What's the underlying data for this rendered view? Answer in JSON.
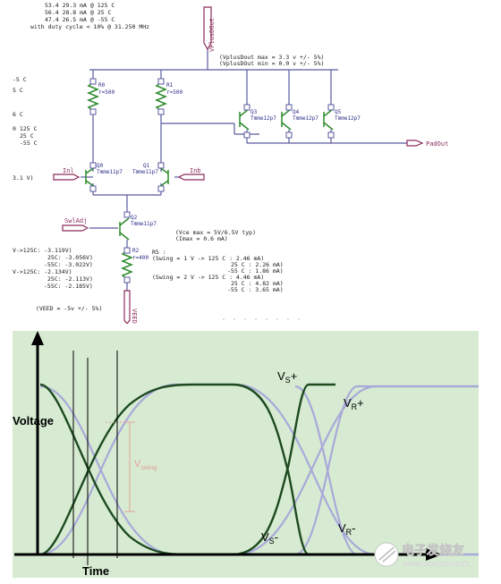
{
  "schematic": {
    "top_notes": [
      "53.4  29.3  mA @ 125 C",
      "56.4  28.8  mA @  25 C",
      "47.4  26.5  mA @ -55 C",
      "with duty cycle < 10% @ 31.250 MHz"
    ],
    "left_partial_labels": [
      "-5 C",
      "5 C",
      "6 C",
      "0 125 C",
      "25 C",
      "-55 C",
      "3.1 V)"
    ],
    "power_port": "VPlusDOut",
    "vout_notes": [
      "(VplusDout max = 3.3 v +/- 5%)",
      "(VplusDOut min = 0.0 v +/- 5%)"
    ],
    "resistor_r0": {
      "ref": "R0",
      "value": "r=500"
    },
    "resistor_r1": {
      "ref": "R1",
      "value": "r=500"
    },
    "resistor_r2": {
      "ref": "R2",
      "value": "r=400"
    },
    "q3": {
      "ref": "Q3",
      "model": "Tmme12p7"
    },
    "q4": {
      "ref": "Q4",
      "model": "Tmme12p7"
    },
    "q5": {
      "ref": "Q5",
      "model": "Tmme12p7"
    },
    "q0": {
      "ref": "Q0",
      "model": "Tmme11p7"
    },
    "q1": {
      "ref": "Q1",
      "model": "Tmme11p7"
    },
    "q2": {
      "ref": "Q2",
      "model": "Tmme11p7"
    },
    "port_inl": "Inl",
    "port_inb": "Inb",
    "port_pad": "PadOut",
    "port_swing": "SwlAdj",
    "port_vee": "VEED",
    "vce_notes": [
      "(Vce max = 5V/6.5V typ)",
      "(Imax = 0.6 mA)"
    ],
    "r5_notes": [
      "R5 :",
      "(Swing = 1 V -> 125 C : 2.46 mA)",
      "25 C : 2.26 mA)",
      "-55 C : 1.86 mA)",
      "(Swing = 2 V -> 125 C : 4.46 mA)",
      "25 C : 4.82 mA)",
      "-55 C : 3.65 mA)"
    ],
    "left_table": [
      "V->125C:  -3.119V)",
      "25C:  -3.056V)",
      "-55C:  -3.022V)",
      "V->125C:  -2.134V)",
      "25C:  -2.113V)",
      "-55C:  -2.185V)"
    ],
    "vee_note": "(VEED = -5v +/- 5%)"
  },
  "eye": {
    "ylabel": "Voltage",
    "xlabel": "Time",
    "vswing_label": "V",
    "vswing_sub": "swing",
    "vs_plus": {
      "main": "V",
      "sub": "S",
      "sign": "+"
    },
    "vs_minus": {
      "main": "V",
      "sub": "S",
      "sign": "-"
    },
    "vr_plus": {
      "main": "V",
      "sub": "R",
      "sign": "+"
    },
    "vr_minus": {
      "main": "V",
      "sub": "R",
      "sign": "-"
    },
    "colors": {
      "background": "#d6ebd2",
      "sender": "#1d4a1f",
      "receiver": "#a9a9d9",
      "swing": "#e6a09a",
      "axis": "#000000"
    }
  },
  "watermark": {
    "cn": "电子发烧友",
    "url": "www.elecfans.com"
  }
}
